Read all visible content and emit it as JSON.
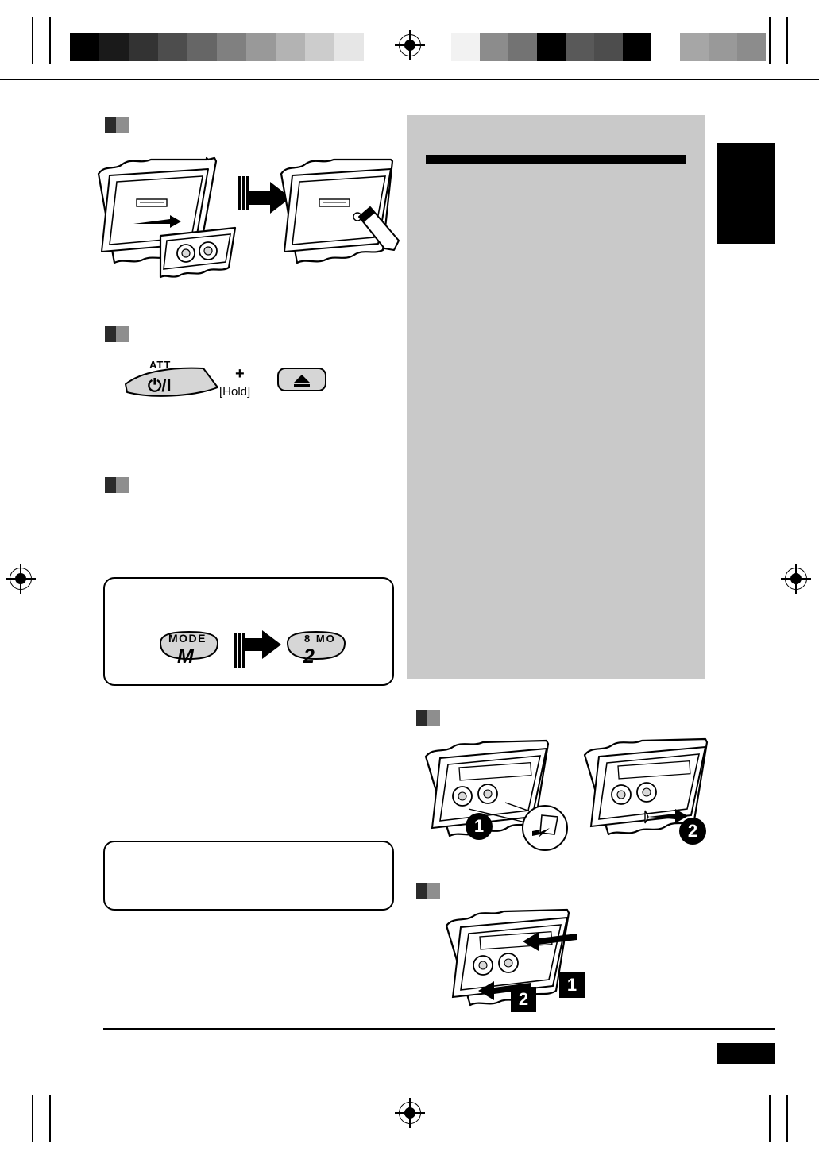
{
  "page": {
    "title": "Car receiver instruction manual page",
    "crop_marks": true,
    "footer_tab": "",
    "side_tab": ""
  },
  "color_bars": {
    "left": [
      "#000000",
      "#1a1a1a",
      "#333333",
      "#4d4d4d",
      "#666666",
      "#808080",
      "#999999",
      "#b3b3b3",
      "#cccccc",
      "#e6e6e6",
      "#ffffff"
    ],
    "right": [
      "#f2f2f2",
      "#8c8c8c",
      "#737373",
      "#000000",
      "#595959",
      "#4d4d4d",
      "#000000",
      "#ffffff",
      "#a6a6a6",
      "#999999",
      "#8c8c8c"
    ]
  },
  "sections": [
    {
      "id": "detach-panel",
      "marker": "section-flag",
      "label": ""
    },
    {
      "id": "att-eject",
      "marker": "section-flag",
      "label": ""
    },
    {
      "id": "mode-display",
      "marker": "section-flag",
      "label": ""
    },
    {
      "id": "remove-panel",
      "marker": "section-flag",
      "label": ""
    },
    {
      "id": "attach-panel",
      "marker": "section-flag",
      "label": ""
    }
  ],
  "art_labels": {
    "att": "ATT",
    "power_symbol": "⏻/I",
    "plus": "+",
    "hold": "[Hold]",
    "eject_symbol": "▲",
    "mode": "MODE",
    "mode_button": "M",
    "display_label": "8  MO",
    "display_value": "2"
  },
  "badges": {
    "circle_one": "1",
    "circle_two": "2",
    "square_one": "1",
    "square_two": "2"
  },
  "boxes": {
    "mode_box": "",
    "note_box": ""
  },
  "grey_panel": {
    "heading_bar": "",
    "body": ""
  }
}
